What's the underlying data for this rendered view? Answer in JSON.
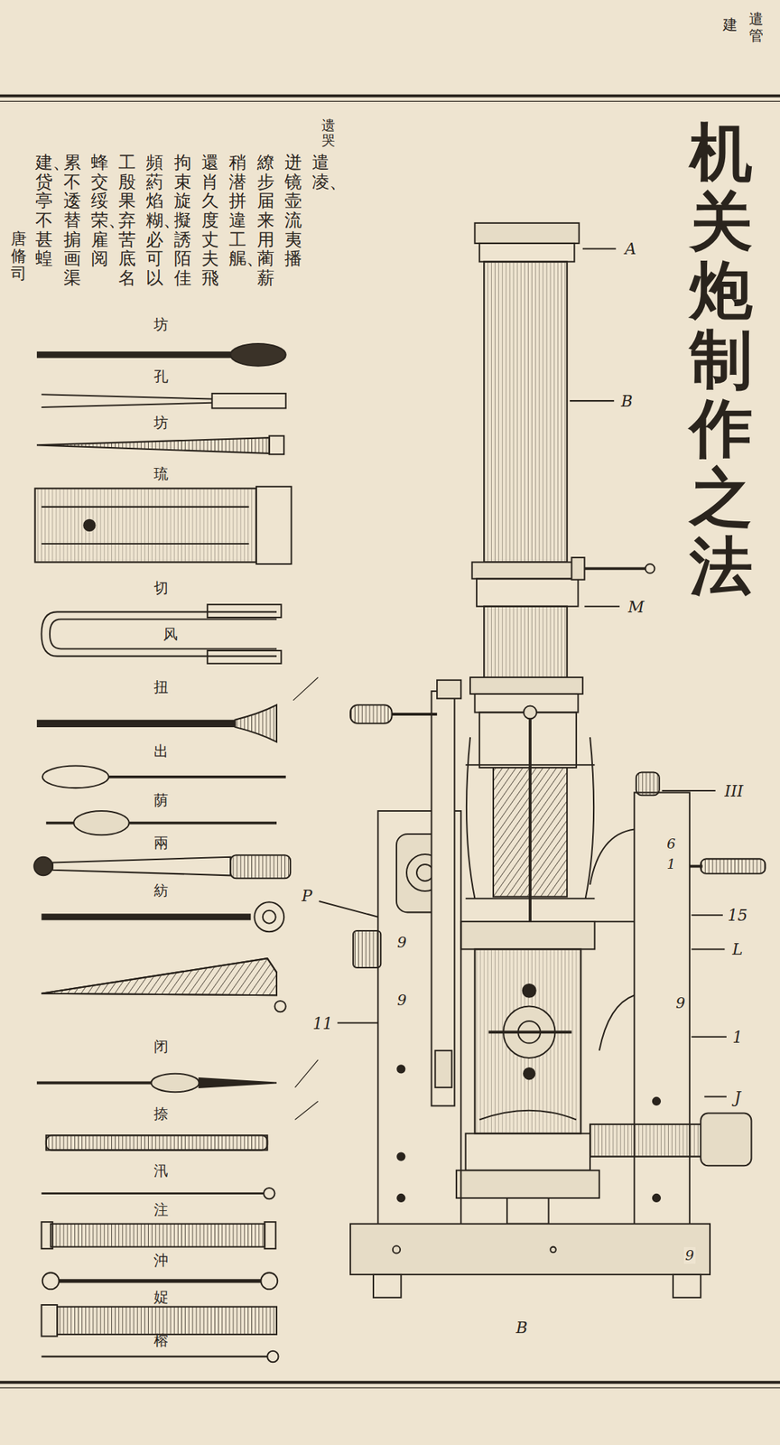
{
  "diagram": {
    "title": "机关炮制作之法",
    "labels": [
      "建",
      "遣管",
      "遗哭",
      "遣凌、",
      "迸镜壶流夷播",
      "繚步届来用蔺薪",
      "稍潜拼違工艉、",
      "還肖久度丈夫飛",
      "拘束旋擬誘陌佳",
      "頻葯焰糊、必可以",
      "工殷果弃苦底名",
      "蜂交绥荣、雇阅",
      "累不逶替掮画渠",
      "建、贷亭不甚蝗",
      "唐脩司",
      "坊",
      "孔",
      "坊",
      "琉",
      "切",
      "风",
      "扭",
      "出",
      "荫",
      "兩",
      "紡",
      "闭",
      "捺",
      "汛",
      "注",
      "沖",
      "娖",
      "榕",
      "A",
      "B",
      "M",
      "III",
      "15",
      "L",
      "1",
      "J",
      "11",
      "P",
      "9",
      "9",
      "9",
      "6",
      "1",
      "9",
      "B"
    ]
  }
}
